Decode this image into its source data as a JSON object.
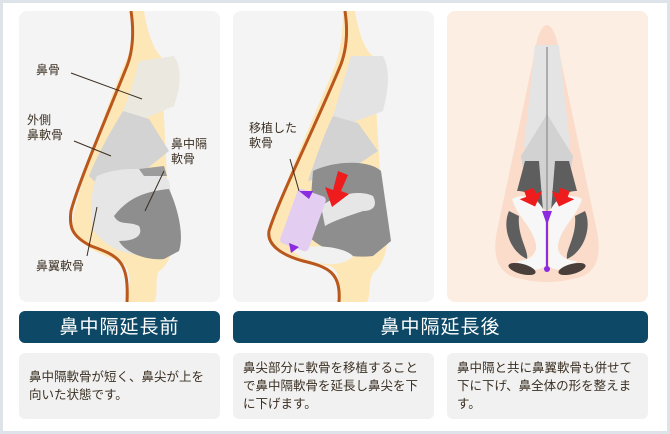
{
  "panels": {
    "before": {
      "labels": {
        "nasal_bone": "鼻骨",
        "lateral_cartilage_line1": "外側",
        "lateral_cartilage_line2": "鼻軟骨",
        "septal_cartilage_line1": "鼻中隔",
        "septal_cartilage_line2": "軟骨",
        "alar_cartilage": "鼻翼軟骨"
      }
    },
    "after": {
      "labels": {
        "grafted_cartilage_line1": "移植した",
        "grafted_cartilage_line2": "軟骨"
      }
    },
    "front": {}
  },
  "headers": {
    "before": "鼻中隔延長前",
    "after": "鼻中隔延長後"
  },
  "descriptions": {
    "before": "鼻中隔軟骨が短く、鼻尖が上を向いた状態です。",
    "after_side": "鼻尖部分に軟骨を移植することで鼻中隔軟骨を延長し鼻尖を下に下げます。",
    "after_front": "鼻中隔と共に鼻翼軟骨も併せて下に下げ、鼻全体の形を整えます。"
  },
  "colors": {
    "header_bg": "#0d4866",
    "skin": "#fde7b6",
    "skin_line": "#b9571c",
    "bone": "#ebe8e0",
    "cartilage_light": "#dcdcdc",
    "cartilage_dark": "#8e8e8e",
    "graft": "#e3cdf0",
    "graft_accent": "#8a2be2",
    "arrow": "#ee1c1c"
  }
}
